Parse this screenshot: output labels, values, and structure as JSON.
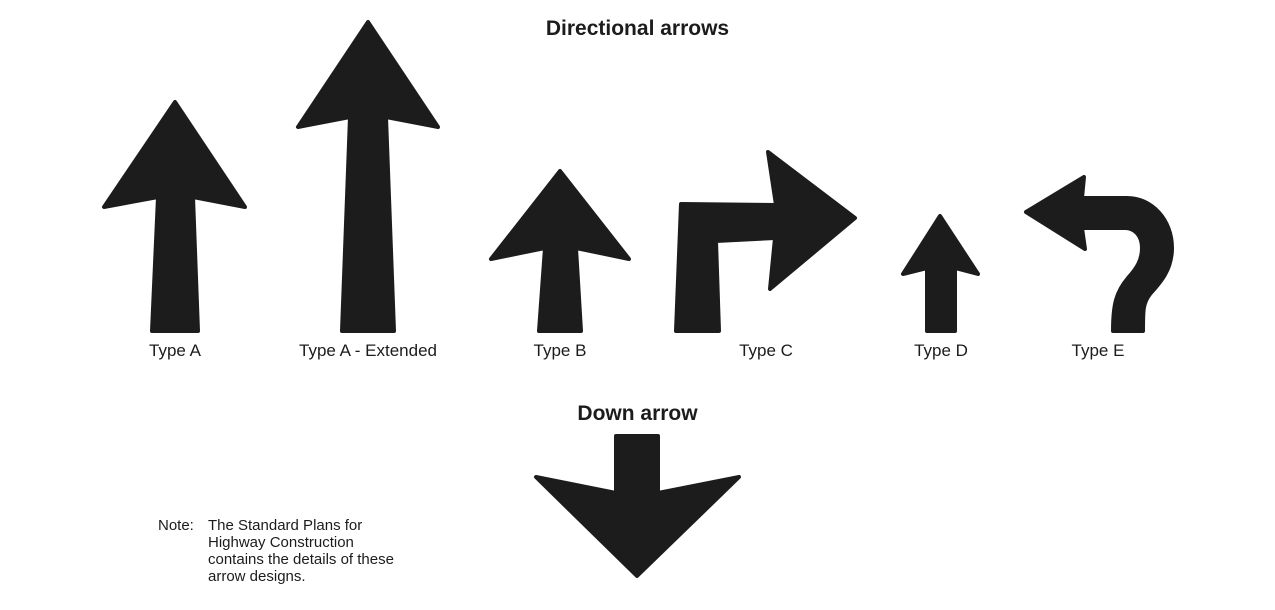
{
  "titles": {
    "directional": "Directional arrows",
    "down": "Down arrow"
  },
  "arrows": [
    {
      "label": "Type A"
    },
    {
      "label": "Type A - Extended"
    },
    {
      "label": "Type B"
    },
    {
      "label": "Type C"
    },
    {
      "label": "Type D"
    },
    {
      "label": "Type E"
    }
  ],
  "note": {
    "key": "Note:",
    "lines": [
      "The Standard Plans for",
      "Highway Construction",
      "contains the details of these",
      "arrow designs."
    ]
  },
  "colors": {
    "arrow": "#1c1c1c"
  }
}
